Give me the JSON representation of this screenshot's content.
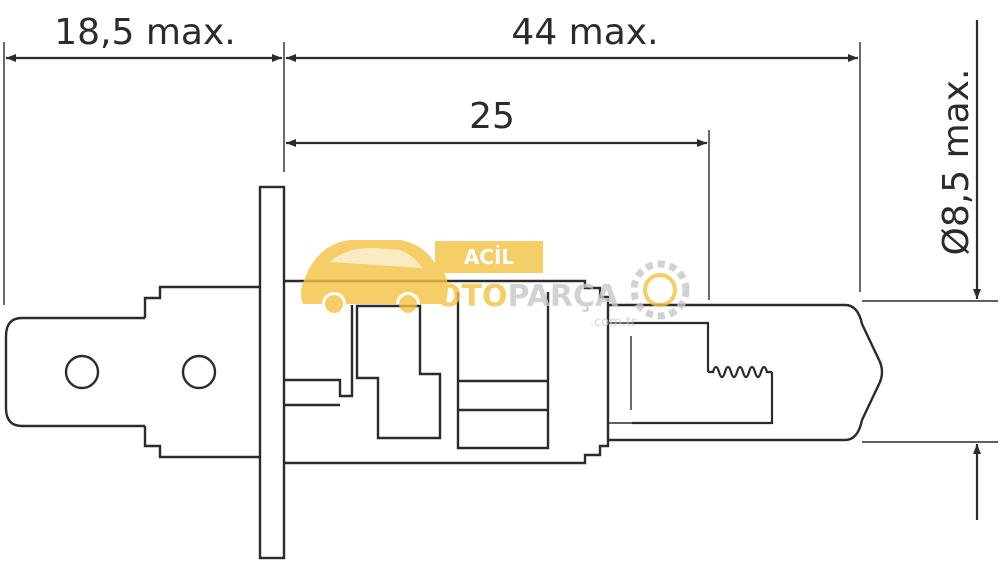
{
  "dimensions": {
    "base_length": "18,5 max.",
    "total_length": "44 max.",
    "light_center": "25",
    "diameter": "Ø8,5 max."
  },
  "watermark": {
    "badge": "ACİL",
    "brand_part1": "OTO",
    "brand_part2": "PARÇA",
    "domain": ".com.tr",
    "colors": {
      "accent": "#f5c342",
      "grey": "#c8c8c8"
    }
  }
}
